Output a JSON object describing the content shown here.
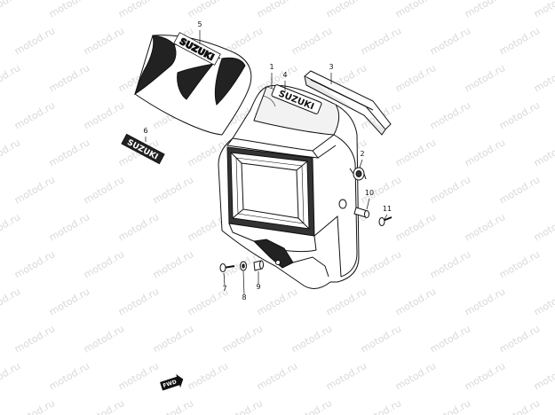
{
  "watermark": {
    "text": "motod.ru"
  },
  "brand": {
    "logo_text": "SUZUKI"
  },
  "direction_marker": {
    "text": "FWD"
  },
  "callouts": [
    {
      "id": "1",
      "part": "headlight-cowl"
    },
    {
      "id": "2",
      "part": "grommet"
    },
    {
      "id": "3",
      "part": "cowl-trim-strip"
    },
    {
      "id": "4",
      "part": "cowl-emblem"
    },
    {
      "id": "5",
      "part": "number-plate-sticker"
    },
    {
      "id": "6",
      "part": "suzuki-emblem"
    },
    {
      "id": "7",
      "part": "bolt"
    },
    {
      "id": "8",
      "part": "washer"
    },
    {
      "id": "9",
      "part": "collar"
    },
    {
      "id": "10",
      "part": "spacer"
    },
    {
      "id": "11",
      "part": "screw"
    }
  ]
}
